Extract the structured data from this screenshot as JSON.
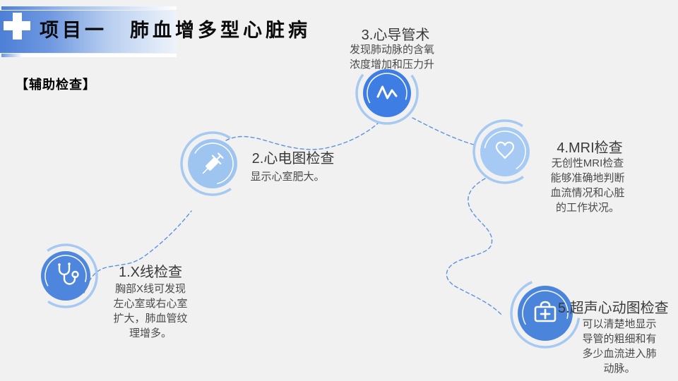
{
  "slide": {
    "background": "#F1F1F2",
    "header": {
      "title": "项目一　肺血增多型心脏病",
      "icon": "medical-cross-icon",
      "bar_color_left": "#4C7FD6",
      "bar_color_right": "#EEF3FB"
    },
    "section_label": "【辅助检查】",
    "colors": {
      "connector": "#5D92DE",
      "outer_ring": "#A6C9F2",
      "icon": "#FFFFFF"
    },
    "steps": [
      {
        "icon": "stethoscope-icon",
        "color": "#4D86DC",
        "title": "1.X线检查",
        "desc": "胸部X线可发现\n左心室或右心室\n扩大，肺血管纹\n理增多。"
      },
      {
        "icon": "syringe-icon",
        "color": "#9EC4F0",
        "title": "2.心电图检查",
        "desc": "显示心室肥大。"
      },
      {
        "icon": "pulse-icon",
        "color": "#3D7DE4",
        "title": "3.心导管术",
        "desc": "发现肺动脉的含氧\n浓度增加和压力升"
      },
      {
        "icon": "heart-icon",
        "color": "#A6CAF3",
        "title": "4.MRI检查",
        "desc": "无创性MRI检查\n能够准确地判断\n血流情况和心脏\n的工作状况。"
      },
      {
        "icon": "first-aid-kit-icon",
        "color": "#4A84DB",
        "title": "5.超声心动图检查",
        "desc": "可以清楚地显示\n导管的粗细和有\n多少血流进入肺\n动脉。"
      }
    ]
  }
}
